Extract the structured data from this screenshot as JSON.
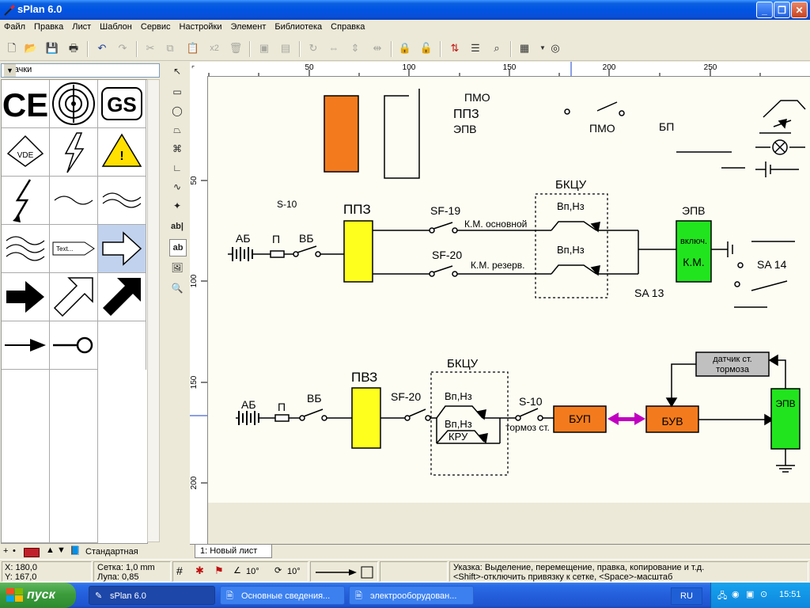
{
  "window": {
    "title": "sPlan 6.0",
    "min": "_",
    "max": "❐",
    "close": "✕"
  },
  "menu": [
    "Файл",
    "Правка",
    "Лист",
    "Шаблон",
    "Сервис",
    "Настройки",
    "Элемент",
    "Библиотека",
    "Справка"
  ],
  "toolbar": {
    "duplicate_label": "x2"
  },
  "library": {
    "selected": "Значки",
    "cells": [
      "CE",
      "",
      "GS",
      "VDE",
      "",
      "!",
      "",
      "",
      "",
      "",
      "Text...",
      "",
      "",
      "",
      "",
      "",
      ""
    ],
    "footer": "Стандартная"
  },
  "tools": {
    "text1": "ab|",
    "text2": "ab"
  },
  "ruler": {
    "h": [
      "50",
      "100",
      "150",
      "200",
      "250"
    ],
    "v": [
      "50",
      "100",
      "150",
      "200"
    ]
  },
  "tab": "1: Новый лист",
  "status": {
    "x": "X: 180,0",
    "y": "Y: 167,0",
    "grid": "Сетка:  1,0 mm",
    "zoom": "Лупа:    0,85",
    "angle1": "10°",
    "angle2": "10°",
    "hint1": "Указка: Выделение, перемещение, правка, копирование и т.д.",
    "hint2": "<Shift>-отключить привязку к сетке, <Space>-масштаб"
  },
  "taskbar": {
    "start": "пуск",
    "tasks": [
      "sPlan 6.0",
      "Основные сведения...",
      "электрооборудован..."
    ],
    "lang": "RU",
    "clock": "15:51"
  },
  "schematic": {
    "legend": {
      "pmo1": "ПМО",
      "ppz": "ППЗ",
      "epv": "ЭПВ",
      "pmo2": "ПМО",
      "bp": "БП"
    },
    "top": {
      "s10": "S-10",
      "ab": "АБ",
      "p": "П",
      "vb": "ВБ",
      "ppz": "ППЗ",
      "sf19": "SF-19",
      "sf20": "SF-20",
      "km_main": "К.М. основной",
      "km_res": "К.М. резерв.",
      "bkcu": "БКЦУ",
      "vpnz1": "Вп,Нз",
      "vpnz2": "Вп,Нз",
      "epv": "ЭПВ",
      "incl": "включ.",
      "km": "К.М.",
      "sa13": "SA 13",
      "sa14": "SA 14"
    },
    "bottom": {
      "ab": "АБ",
      "p": "П",
      "vb": "ВБ",
      "pvz": "ПВЗ",
      "sf20": "SF-20",
      "bkcu": "БКЦУ",
      "vpnz1": "Вп,Нз",
      "vpnz2": "Вп,Нз",
      "kru": "КРУ",
      "s10": "S-10",
      "brake": "тормоз ст.",
      "bup": "БУП",
      "buv": "БУВ",
      "sensor1": "датчик ст.",
      "sensor2": "тормоза",
      "epv": "ЭПВ"
    },
    "colors": {
      "orange": "#f37b1d",
      "yellow": "#ffff1e",
      "green": "#22e41e",
      "gray": "#c0c0c0",
      "magenta": "#c000c0"
    }
  }
}
